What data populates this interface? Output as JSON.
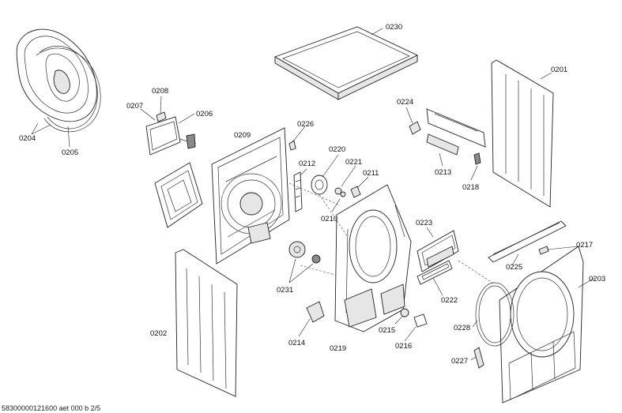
{
  "diagram": {
    "footer": "58300000121600 aet 000 b 2/5",
    "parts": [
      {
        "key": "p0201",
        "label": "0201"
      },
      {
        "key": "p0202",
        "label": "0202"
      },
      {
        "key": "p0203",
        "label": "0203"
      },
      {
        "key": "p0204",
        "label": "0204"
      },
      {
        "key": "p0205",
        "label": "0205"
      },
      {
        "key": "p0206",
        "label": "0206"
      },
      {
        "key": "p0207",
        "label": "0207"
      },
      {
        "key": "p0208",
        "label": "0208"
      },
      {
        "key": "p0209",
        "label": "0209"
      },
      {
        "key": "p0210",
        "label": "0210"
      },
      {
        "key": "p0211",
        "label": "0211"
      },
      {
        "key": "p0212",
        "label": "0212"
      },
      {
        "key": "p0213",
        "label": "0213"
      },
      {
        "key": "p0214",
        "label": "0214"
      },
      {
        "key": "p0215",
        "label": "0215"
      },
      {
        "key": "p0216",
        "label": "0216"
      },
      {
        "key": "p0217",
        "label": "0217"
      },
      {
        "key": "p0218",
        "label": "0218"
      },
      {
        "key": "p0219",
        "label": "0219"
      },
      {
        "key": "p0220",
        "label": "0220"
      },
      {
        "key": "p0221",
        "label": "0221"
      },
      {
        "key": "p0222",
        "label": "0222"
      },
      {
        "key": "p0223",
        "label": "0223"
      },
      {
        "key": "p0224",
        "label": "0224"
      },
      {
        "key": "p0225",
        "label": "0225"
      },
      {
        "key": "p0226",
        "label": "0226"
      },
      {
        "key": "p0227",
        "label": "0227"
      },
      {
        "key": "p0228",
        "label": "0228"
      },
      {
        "key": "p0230",
        "label": "0230"
      },
      {
        "key": "p0231",
        "label": "0231"
      }
    ]
  }
}
